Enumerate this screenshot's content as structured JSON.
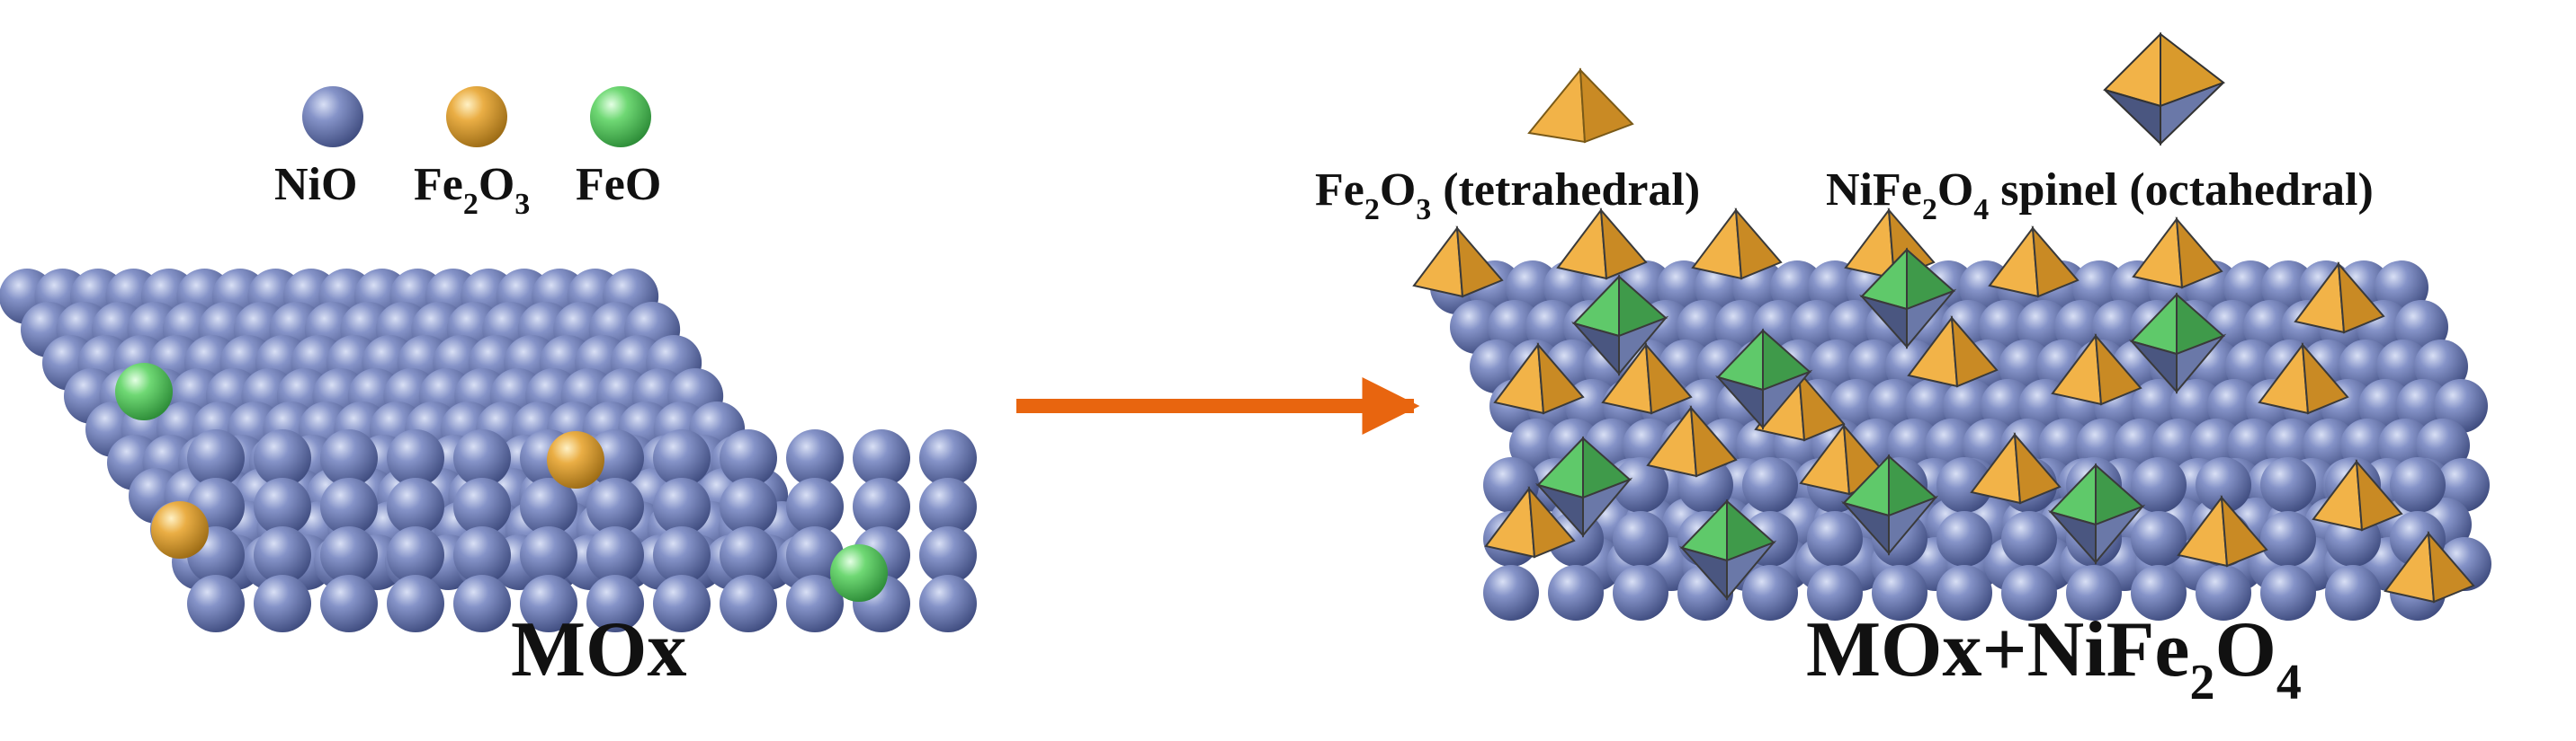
{
  "legend_left": {
    "items": [
      {
        "formula": "NiO",
        "sub1": "",
        "mid": "",
        "sub2": "",
        "color_key": "nio"
      },
      {
        "formula": "Fe",
        "sub1": "2",
        "mid": "O",
        "sub2": "3",
        "color_key": "fe2o3"
      },
      {
        "formula": "FeO",
        "sub1": "",
        "mid": "",
        "sub2": "",
        "color_key": "feo"
      }
    ]
  },
  "legend_right": {
    "tetra": {
      "a": "Fe",
      "s1": "2",
      "b": "O",
      "s2": "3",
      "rest": " (tetrahedral)"
    },
    "octa": {
      "a": "NiFe",
      "s1": "2",
      "b": "O",
      "s2": "4",
      "rest": " spinel (octahedral)"
    }
  },
  "label_left": "MOx",
  "label_right": {
    "a": "MOx+NiFe",
    "s1": "2",
    "b": "O",
    "s2": "4"
  },
  "colors": {
    "nio": "#6f80b8",
    "fe2o3": "#e3a436",
    "feo": "#62d46e",
    "arrow": "#e8650f",
    "tetra_light": "#f2b348",
    "tetra_dark": "#c98a24",
    "octa_dark": "#4a5680",
    "green_face": "#5fc96a"
  }
}
